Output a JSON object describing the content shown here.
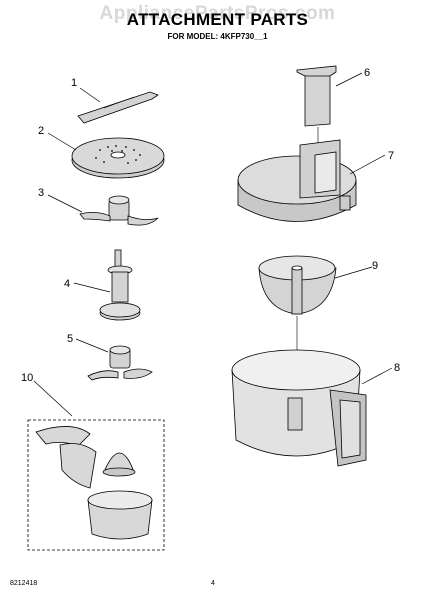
{
  "watermark": "AppliancePartsPros.com",
  "title": "ATTACHMENT PARTS",
  "subtitle": "FOR MODEL: 4KFP730__1",
  "callouts": [
    "1",
    "2",
    "3",
    "4",
    "5",
    "6",
    "7",
    "8",
    "9",
    "10"
  ],
  "footer": {
    "doc_number": "8212418",
    "page_number": "4"
  },
  "colors": {
    "part_fill": "#d4d4d4",
    "outline": "#000000"
  }
}
